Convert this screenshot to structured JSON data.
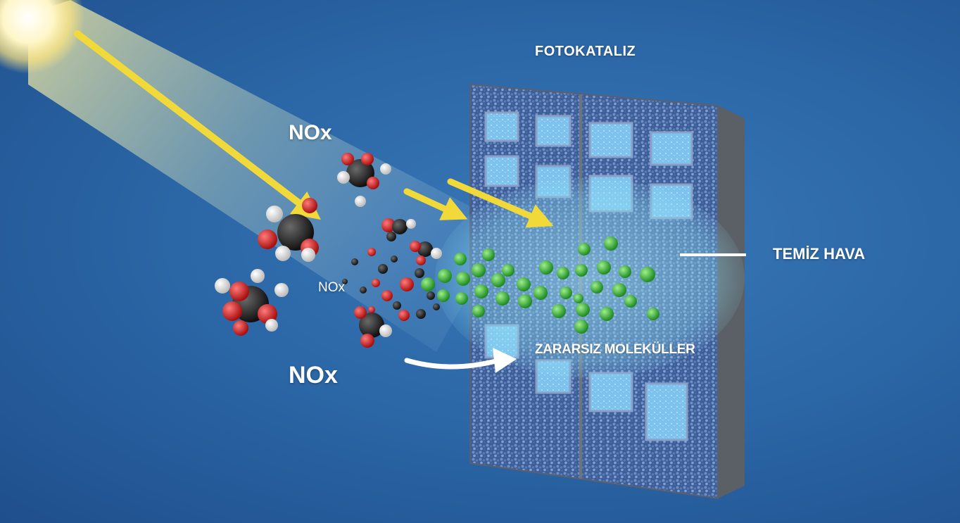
{
  "labels": {
    "title": "FOTOKATALIZ",
    "nox_top": "NOx",
    "nox_middle": "NOx",
    "nox_bottom": "NOx",
    "clean_air": "TEMİZ HAVA",
    "harmless_molecules": "ZARARSIZ MOLEKÜLLER"
  },
  "colors": {
    "background": "#2c68a8",
    "sun": "#fff6c8",
    "arrow_light": "#f2d93a",
    "arrow_flow": "#ffffff",
    "carbon": "#1e1e1e",
    "oxygen": "#d81f1f",
    "hydrogen": "#f2f2f2",
    "harmless_molecule": "#3fb83f",
    "facade": "#3e5f9a",
    "window": "#7ec3ee",
    "clean_air_zone": "#8fe0f2"
  },
  "icons": {
    "sun": "sun-icon",
    "nox_molecule": "nox-molecule-icon",
    "building": "building-icon"
  }
}
